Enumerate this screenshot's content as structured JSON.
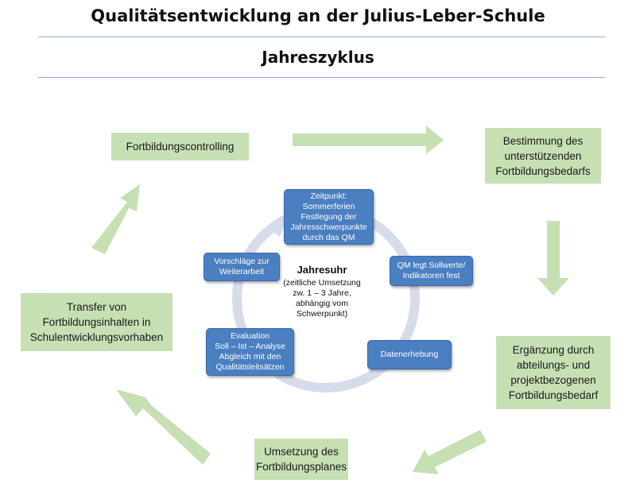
{
  "header": {
    "title": "Qualitätsentwicklung an der Julius-Leber-Schule",
    "subtitle": "Jahreszyklus"
  },
  "outer_cycle": [
    {
      "key": "controlling",
      "lines": [
        "Fortbildungscontrolling"
      ]
    },
    {
      "key": "bestimmung",
      "lines": [
        "Bestimmung des",
        "unterstützenden",
        "Fortbildungsbedarfs"
      ]
    },
    {
      "key": "ergaenzung",
      "lines": [
        "Ergänzung durch",
        "abteilungs- und",
        "projektbezogenen",
        "Fortbildungsbedarf"
      ]
    },
    {
      "key": "umsetzung",
      "lines": [
        "Umsetzung des",
        "Fortbildungsplanes"
      ]
    },
    {
      "key": "transfer",
      "lines": [
        "Transfer von",
        "Fortbildungsinhalten in",
        "Schulentwicklungsvorhaben"
      ]
    }
  ],
  "inner_cycle": {
    "title": "Jahresuhr",
    "subtitle_lines": [
      "(zeitliche Umsetzung",
      "zw. 1 – 3  Jahre,",
      "abhängig vom",
      "Schwerpunkt)"
    ],
    "steps": [
      {
        "key": "zeitpunkt",
        "lines": [
          "Zeitpunkt:",
          "Sommerferien",
          "Festlegung der",
          "Jahresschwerpunkte",
          "durch das QM"
        ]
      },
      {
        "key": "sollwerte",
        "lines": [
          "QM legt Sollwerte/",
          "Indikatoren fest"
        ]
      },
      {
        "key": "datenerhebung",
        "lines": [
          "Datenerhebung"
        ]
      },
      {
        "key": "evaluation",
        "lines": [
          "Evaluation",
          "Soll – Ist – Analyse",
          "Abgleich mit den",
          "Qualitätsleitsätzen"
        ]
      },
      {
        "key": "vorschlaege",
        "lines": [
          "Vorschläge zur",
          "Weiterarbeit"
        ]
      }
    ]
  },
  "colors": {
    "green_box": "#c6e0b4",
    "arrow_green": "#c6e0b4",
    "blue_box": "#4a7fc1",
    "ring": "#d6dcea",
    "rule": "#8eaadb"
  }
}
